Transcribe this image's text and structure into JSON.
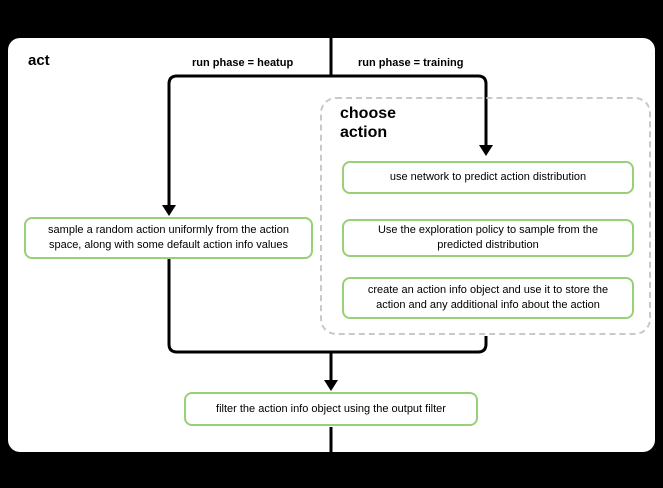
{
  "colors": {
    "background": "#000000",
    "panel": "#ffffff",
    "node_border": "#97d077",
    "dashed_border": "#c9c9c9",
    "connector": "#000000"
  },
  "flowchart": {
    "container_label": "act",
    "branch_labels": {
      "heatup": "run phase = heatup",
      "training": "run phase = training"
    },
    "choose_action_group": {
      "title": "choose action",
      "steps": [
        "use network to predict action distribution",
        "Use the exploration policy to sample from the predicted distribution",
        "create an action info object and use it to store the action and any additional info about the action"
      ]
    },
    "nodes": {
      "heatup_action": "sample a random action uniformly from the action space, along with some default action info values",
      "filter": "filter the action info object using the output filter"
    }
  }
}
